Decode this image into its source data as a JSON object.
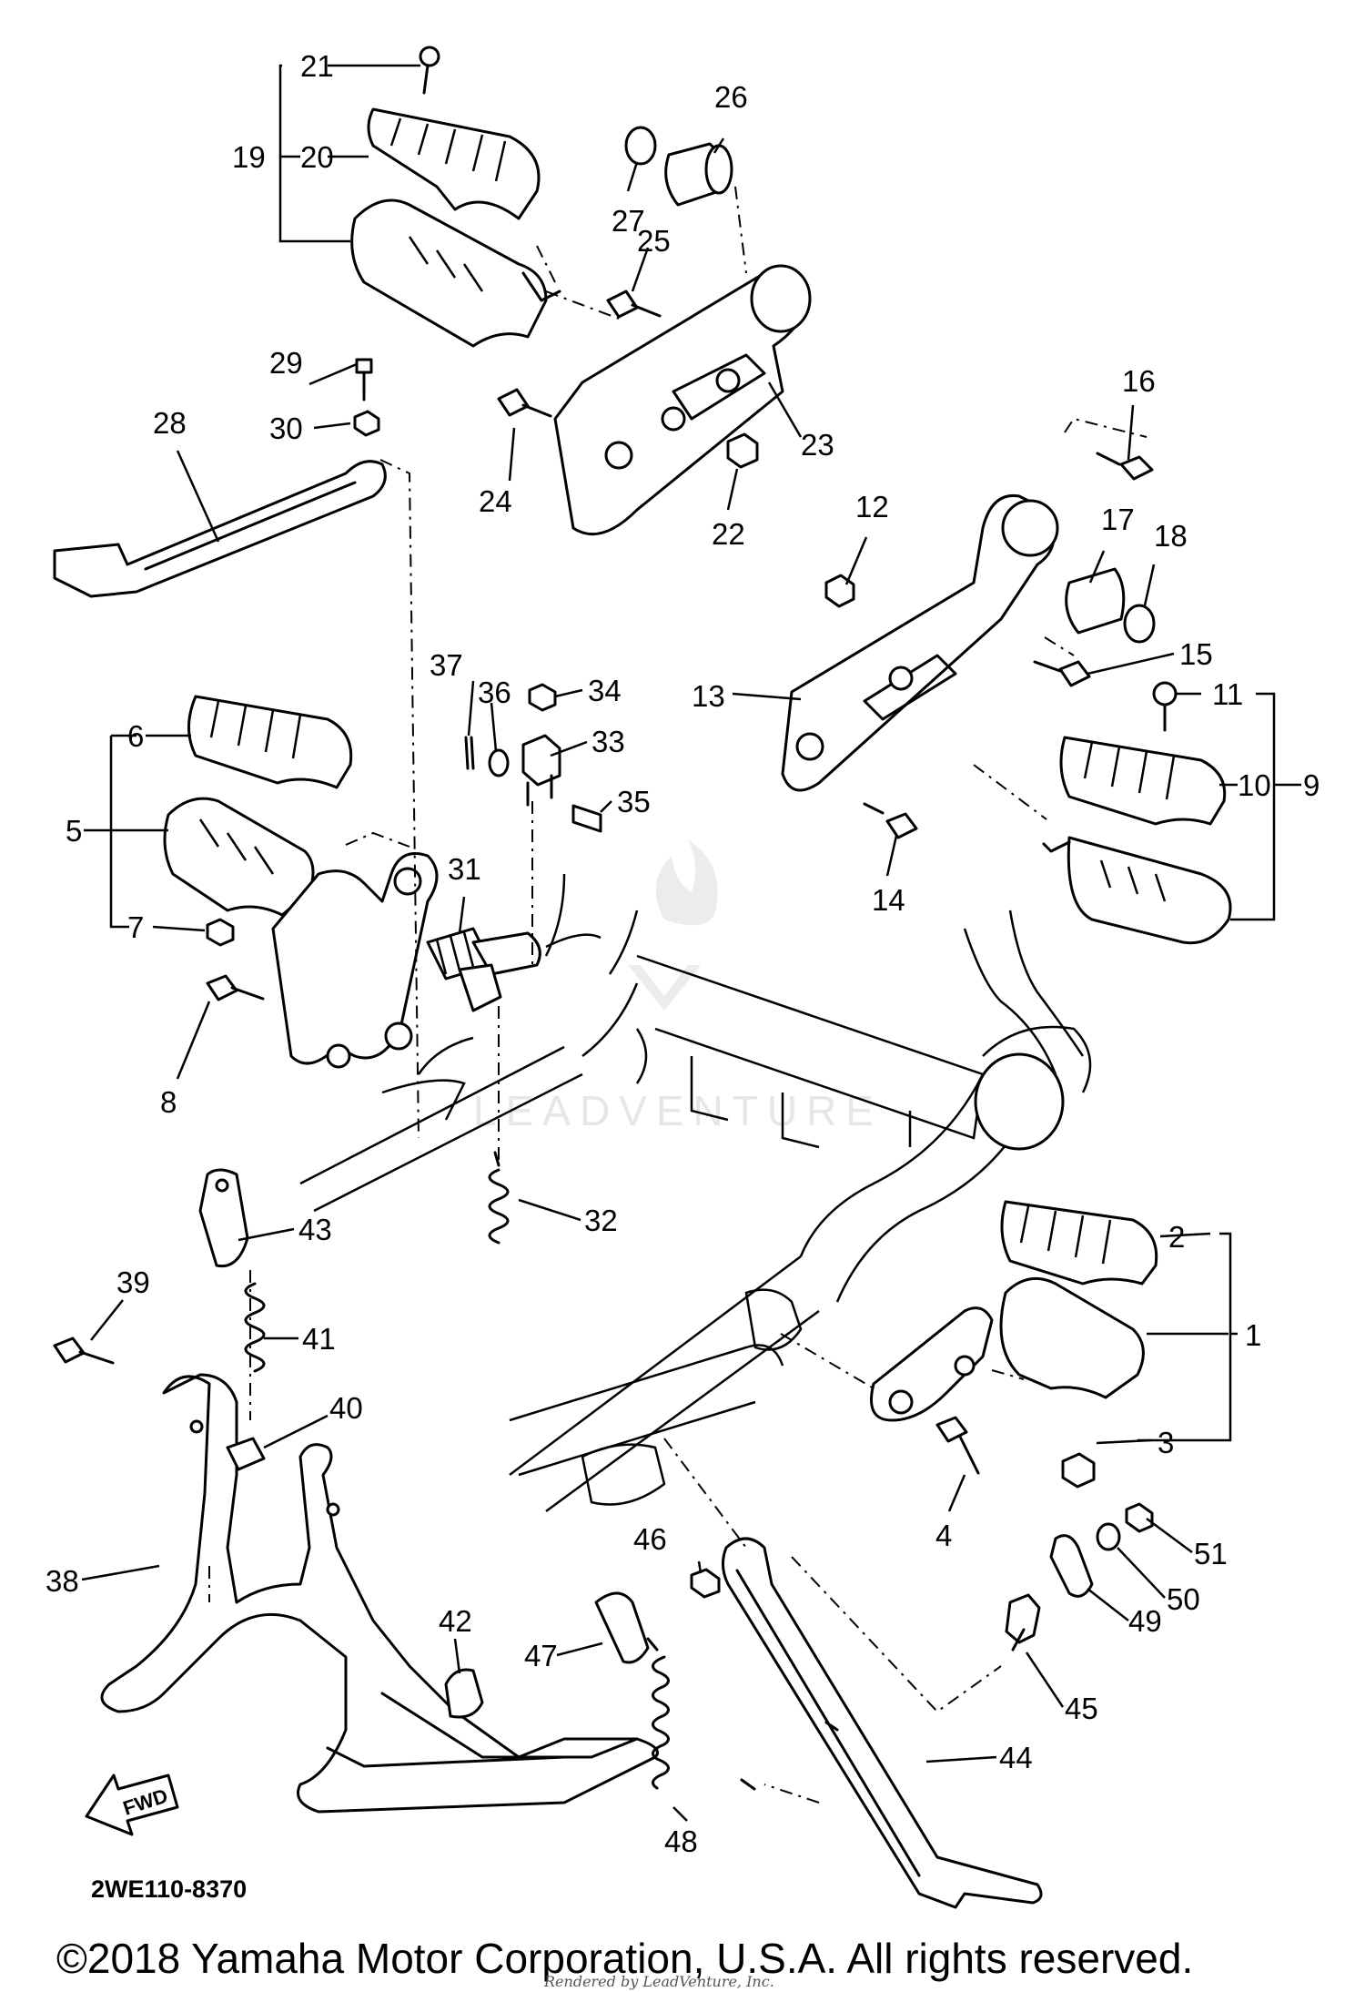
{
  "diagram": {
    "drawing_code": "2WE110-8370",
    "copyright": "©2018 Yamaha Motor Corporation, U.S.A. All rights reserved.",
    "credit": "Rendered by LeadVenture, Inc.",
    "watermark": "LEADVENTURE",
    "fwd_label": "FWD",
    "callouts": [
      "1",
      "2",
      "3",
      "4",
      "5",
      "6",
      "7",
      "8",
      "9",
      "10",
      "11",
      "12",
      "13",
      "14",
      "15",
      "16",
      "17",
      "18",
      "19",
      "20",
      "21",
      "22",
      "23",
      "24",
      "25",
      "26",
      "27",
      "28",
      "29",
      "30",
      "31",
      "32",
      "33",
      "34",
      "35",
      "36",
      "37",
      "38",
      "39",
      "40",
      "41",
      "42",
      "43",
      "44",
      "45",
      "46",
      "47",
      "48",
      "49",
      "50",
      "51"
    ]
  }
}
